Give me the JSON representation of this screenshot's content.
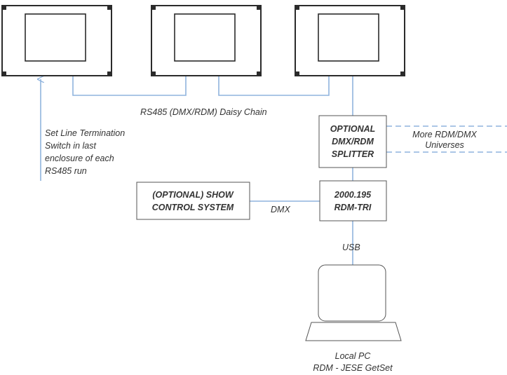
{
  "labels": {
    "daisy_chain": "RS485 (DMX/RDM) Daisy Chain",
    "termination_note": [
      "Set Line Termination",
      "Switch in last",
      "enclosure of each",
      "RS485 run"
    ],
    "splitter": [
      "OPTIONAL",
      "DMX/RDM",
      "SPLITTER"
    ],
    "more_universes": [
      "More RDM/DMX",
      "Universes"
    ],
    "show_control": [
      "(OPTIONAL) SHOW",
      "CONTROL SYSTEM"
    ],
    "dmx": "DMX",
    "rdm_tri": [
      "2000.195",
      "RDM-TRI"
    ],
    "usb": "USB",
    "local_pc": [
      "Local PC",
      "RDM - JESE GetSet"
    ]
  },
  "colors": {
    "wire": "#8fb4de",
    "box_outline": "#555555",
    "enclosure_outline": "#2b2b2b",
    "text": "#333333"
  }
}
